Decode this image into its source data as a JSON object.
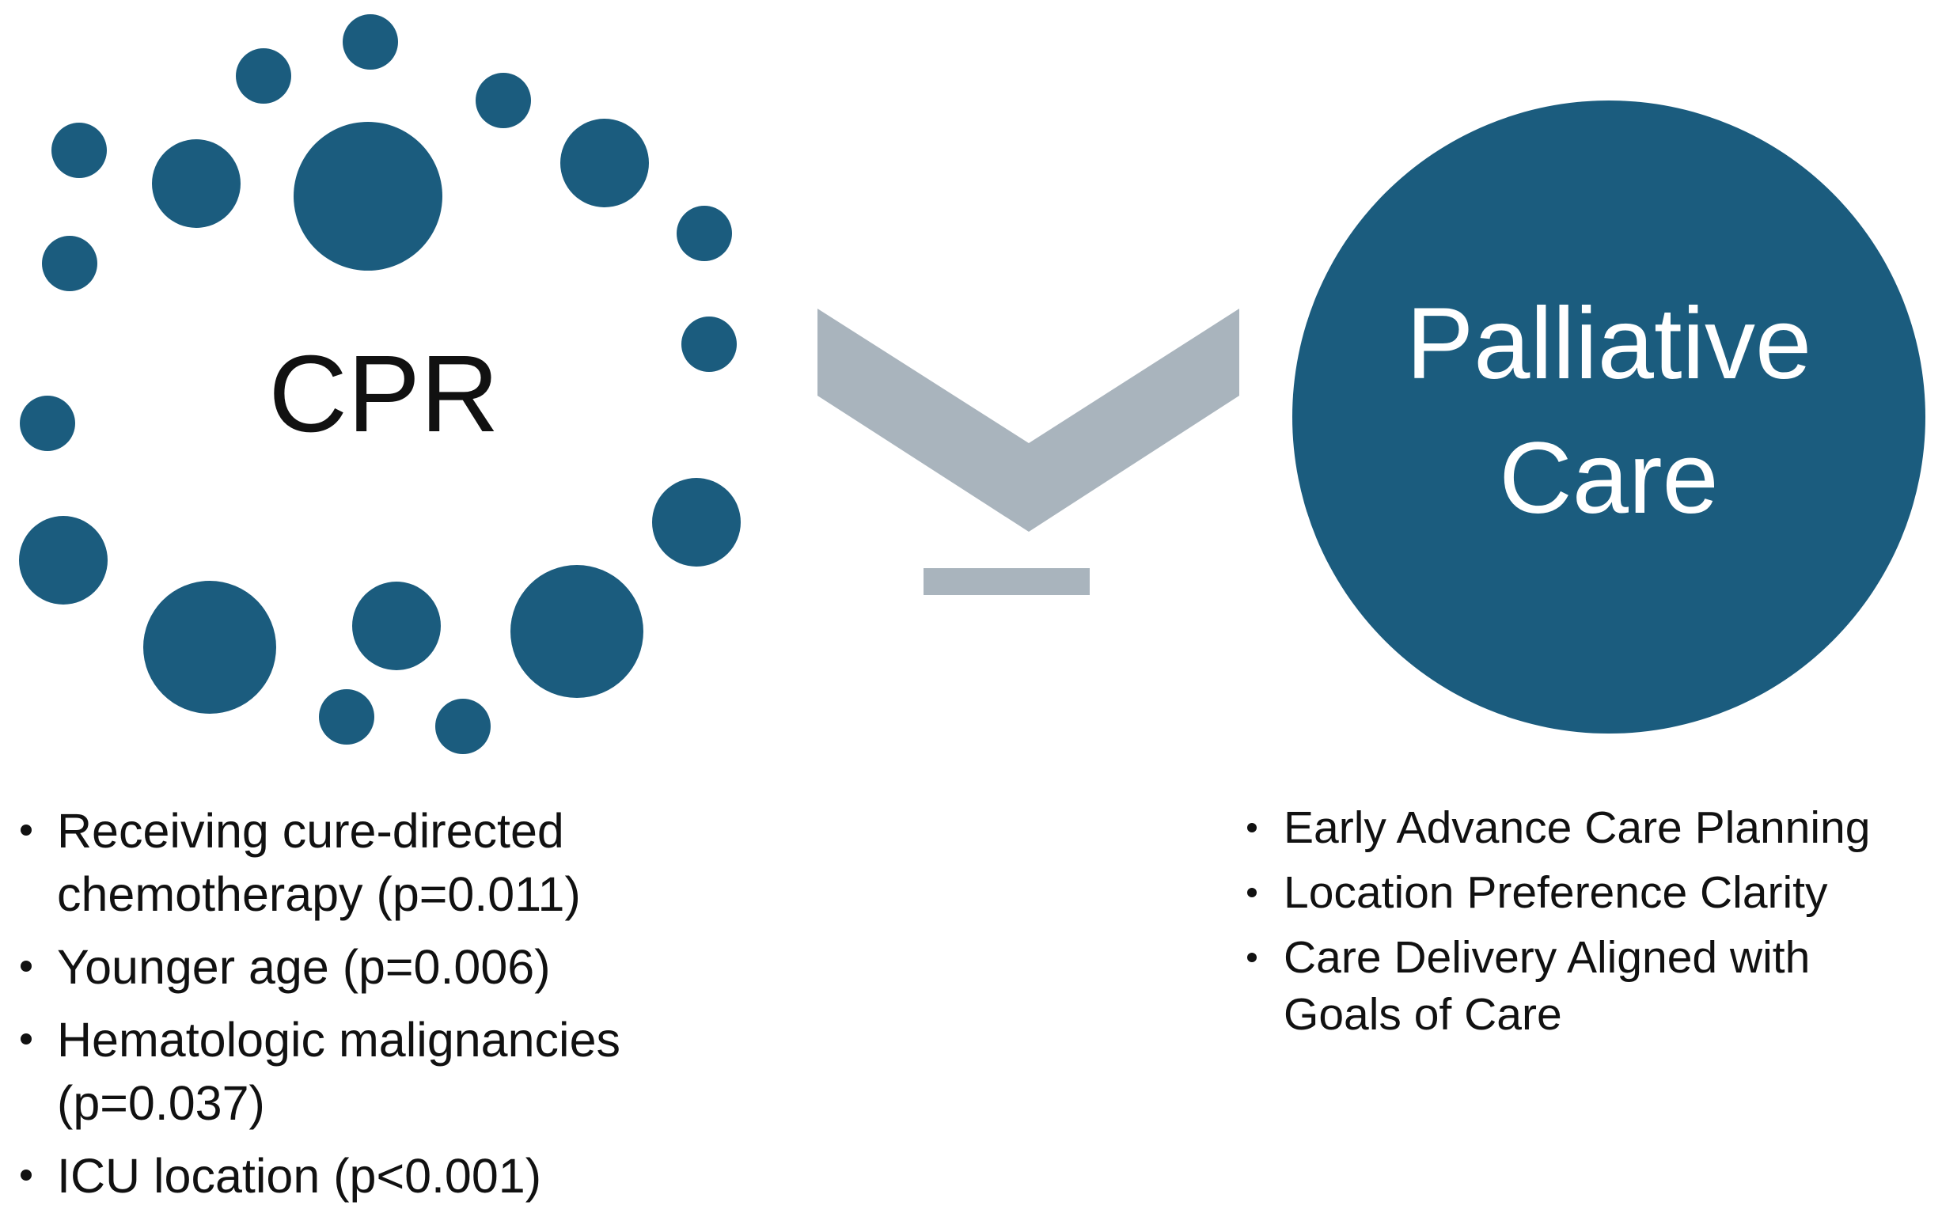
{
  "colors": {
    "dot": "#1b5c7e",
    "circle": "#1b5c7e",
    "symbol": "#a9b4bd",
    "text": "#111111",
    "circle_text": "#ffffff"
  },
  "cpr": {
    "label": "CPR",
    "factors": [
      "Receiving cure-directed chemotherapy (p=0.011)",
      "Younger age (p=0.006)",
      "Hematologic malignancies (p=0.037)",
      "ICU location (p<0.001)"
    ]
  },
  "comparison_symbol": "greater-than-or-equal-symbol-rotated",
  "palliative_care": {
    "label_line1": "Palliative",
    "label_line2": "Care",
    "benefits": [
      "Early Advance Care Planning",
      "Location Preference Clarity",
      "Care Delivery Aligned with Goals of Care"
    ]
  }
}
